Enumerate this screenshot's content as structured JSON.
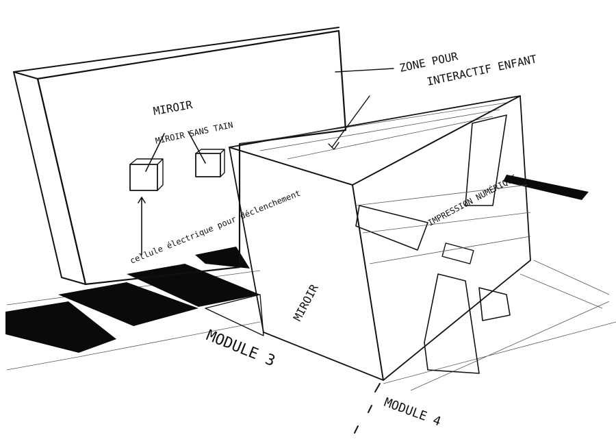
{
  "labels": {
    "miroir_top": "MIROIR",
    "miroir_sans_tain": "MIROIR SANS TAIN",
    "cellule": "cellule électrique pour déclenchement",
    "zone_line1": "ZONE POUR",
    "zone_line2": "INTERACTIF ENFANT",
    "impression": "IMPRESSION NUMÉRIQUE",
    "miroir_front": "MIROIR",
    "module3": "MODULE 3",
    "module4": "MODULE 4"
  },
  "colors": {
    "ink": "#111111",
    "paper": "#ffffff"
  }
}
